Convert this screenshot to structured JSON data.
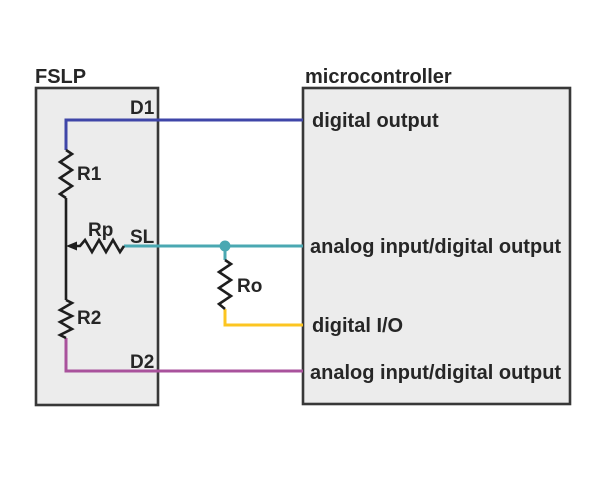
{
  "diagram": {
    "fslp": {
      "title": "FSLP",
      "labels": {
        "d1": "D1",
        "r1": "R1",
        "rp": "Rp",
        "sl": "SL",
        "r2": "R2",
        "d2": "D2"
      }
    },
    "microcontroller": {
      "title": "microcontroller",
      "pins": [
        {
          "label": "digital output"
        },
        {
          "label": "analog input/digital output"
        },
        {
          "label": "digital I/O"
        },
        {
          "label": "analog input/digital output"
        }
      ]
    },
    "external_components": {
      "ro": "Ro"
    },
    "colors": {
      "wire_d1": "#3f46a8",
      "wire_sl": "#4aa8b2",
      "wire_ro_pulldown": "#fcc521",
      "wire_d2": "#a9529c",
      "junction_dot": "#4aa8b2",
      "box_fill": "#ececec",
      "box_border": "#383838",
      "component_stroke": "#1e1e1e",
      "text": "#262626",
      "background": "#ffffff"
    }
  }
}
